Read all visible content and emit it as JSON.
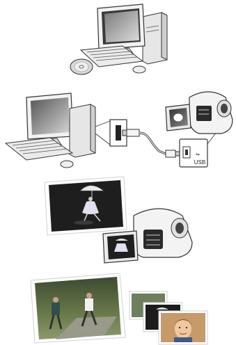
{
  "panels": [
    {
      "id": "computer-disc"
    },
    {
      "id": "computer-camcorder-usb",
      "port_label": "USB"
    },
    {
      "id": "photo-to-camcorder"
    },
    {
      "id": "photo-prints"
    }
  ],
  "colors": {
    "outline": "#333333",
    "body_light": "#f3f3f3",
    "body_mid": "#d9d9d9",
    "screen_dark": "#2b2b2b",
    "highlight": "#ffffff"
  },
  "icons": [
    "desktop-computer-icon",
    "disc-icon",
    "usb-plug-icon",
    "camcorder-icon",
    "photo-icon"
  ]
}
